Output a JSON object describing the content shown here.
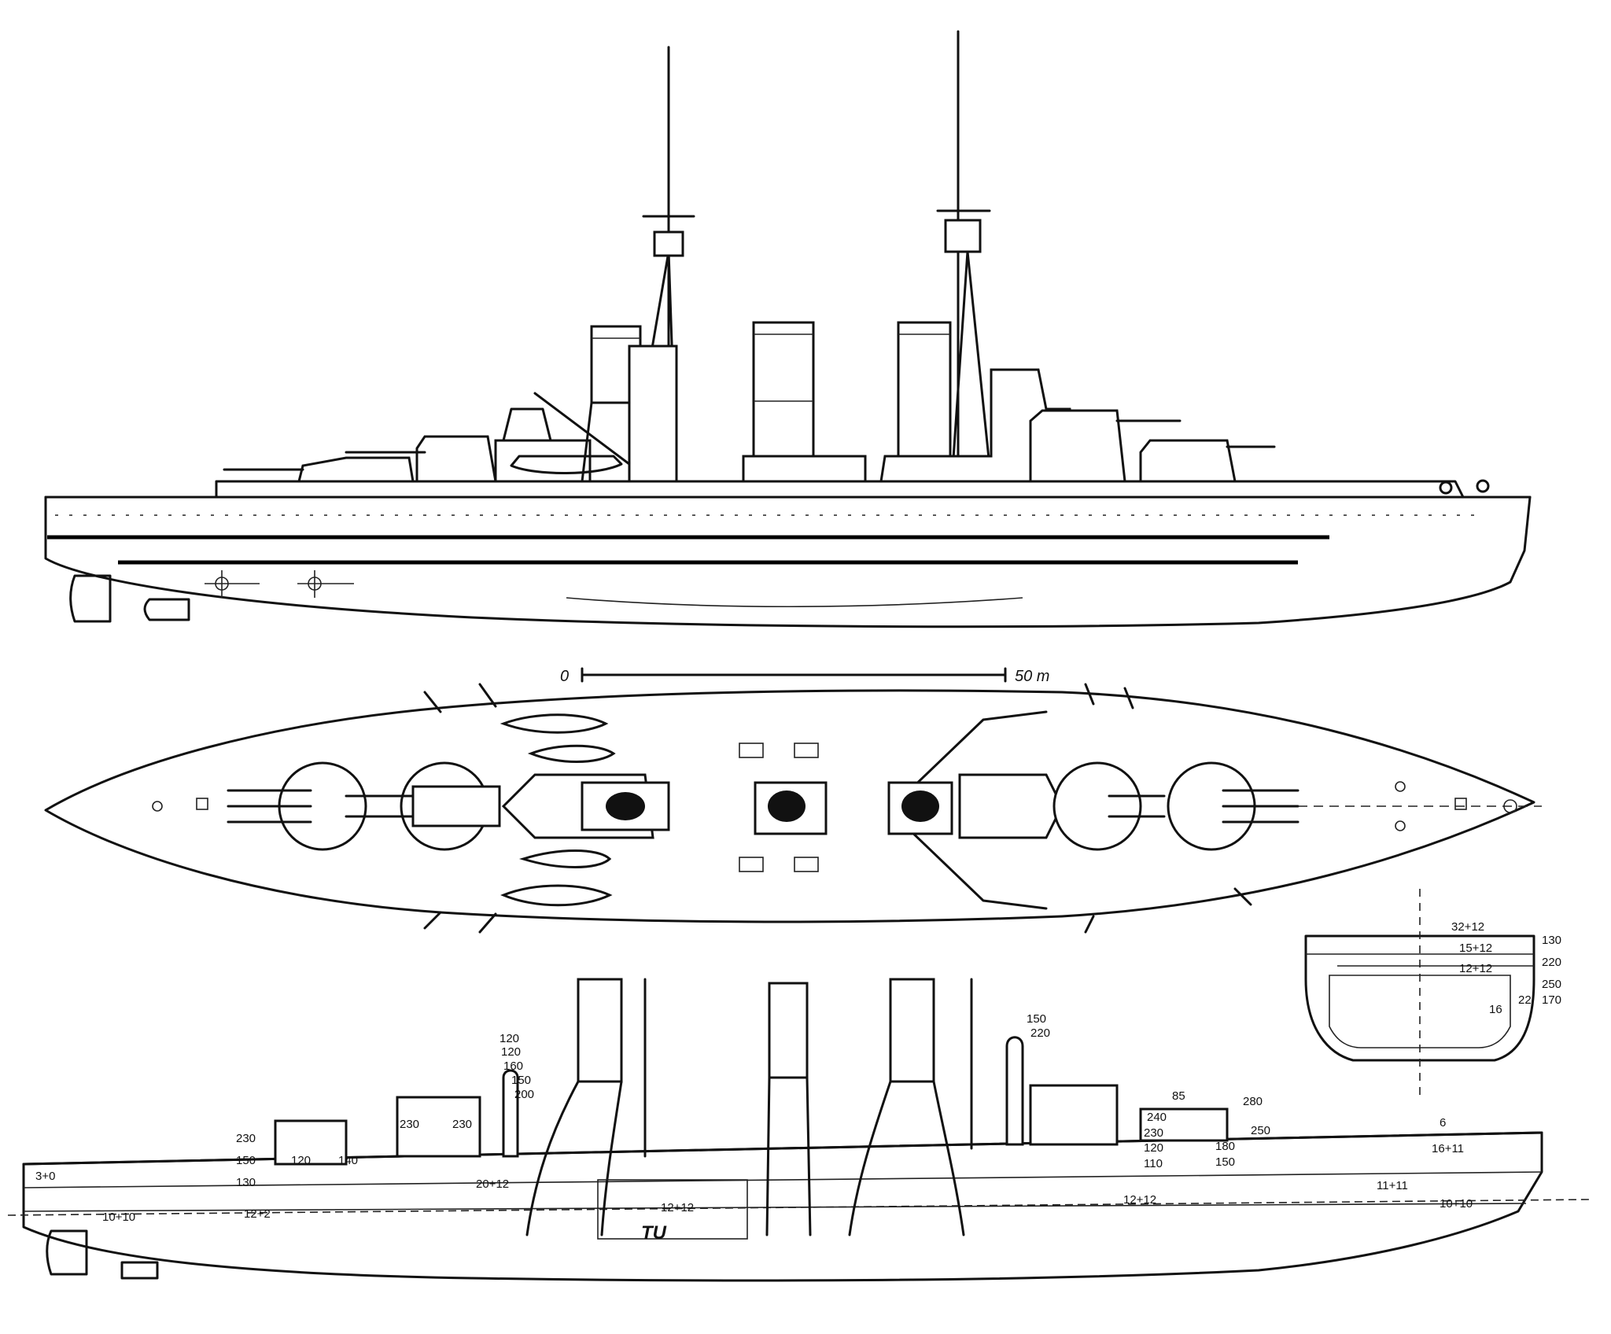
{
  "scale_bar": {
    "start_label": "0",
    "end_label": "50 m"
  },
  "profile_labels": [
    {
      "id": "p120a",
      "text": "120"
    },
    {
      "id": "p120b",
      "text": "120"
    },
    {
      "id": "p160",
      "text": "160"
    },
    {
      "id": "p150",
      "text": "150"
    },
    {
      "id": "p200",
      "text": "200"
    },
    {
      "id": "p230a",
      "text": "230"
    },
    {
      "id": "p230b",
      "text": "230"
    },
    {
      "id": "p230c",
      "text": "230"
    },
    {
      "id": "p120c",
      "text": "120"
    },
    {
      "id": "p140",
      "text": "140"
    },
    {
      "id": "p150b",
      "text": "150"
    },
    {
      "id": "p130",
      "text": "130"
    },
    {
      "id": "p12x2",
      "text": "12+2"
    },
    {
      "id": "p3",
      "text": "3+0"
    },
    {
      "id": "p10",
      "text": "10+10"
    },
    {
      "id": "p20x12",
      "text": "20+12"
    },
    {
      "id": "p12x12",
      "text": "12+12"
    },
    {
      "id": "pTU",
      "text": "TU"
    },
    {
      "id": "p12x12b",
      "text": "12+12"
    },
    {
      "id": "p150c",
      "text": "150"
    },
    {
      "id": "p220",
      "text": "220"
    },
    {
      "id": "p85",
      "text": "85"
    },
    {
      "id": "p280",
      "text": "280"
    },
    {
      "id": "p240",
      "text": "240"
    },
    {
      "id": "p230d",
      "text": "230"
    },
    {
      "id": "p120d",
      "text": "120"
    },
    {
      "id": "p110",
      "text": "110"
    },
    {
      "id": "p180",
      "text": "180"
    },
    {
      "id": "p150d",
      "text": "150"
    },
    {
      "id": "p250",
      "text": "250"
    },
    {
      "id": "p6",
      "text": "6"
    },
    {
      "id": "p16",
      "text": "16+11"
    },
    {
      "id": "p11",
      "text": "11+11"
    },
    {
      "id": "p10b",
      "text": "10+10"
    }
  ],
  "section_labels": [
    {
      "id": "s32",
      "text": "32+12"
    },
    {
      "id": "s130",
      "text": "130"
    },
    {
      "id": "s15",
      "text": "15+12"
    },
    {
      "id": "s220",
      "text": "220"
    },
    {
      "id": "s12",
      "text": "12+12"
    },
    {
      "id": "s250",
      "text": "250"
    },
    {
      "id": "s170",
      "text": "170"
    },
    {
      "id": "s16",
      "text": "16"
    },
    {
      "id": "s22",
      "text": "22"
    }
  ]
}
